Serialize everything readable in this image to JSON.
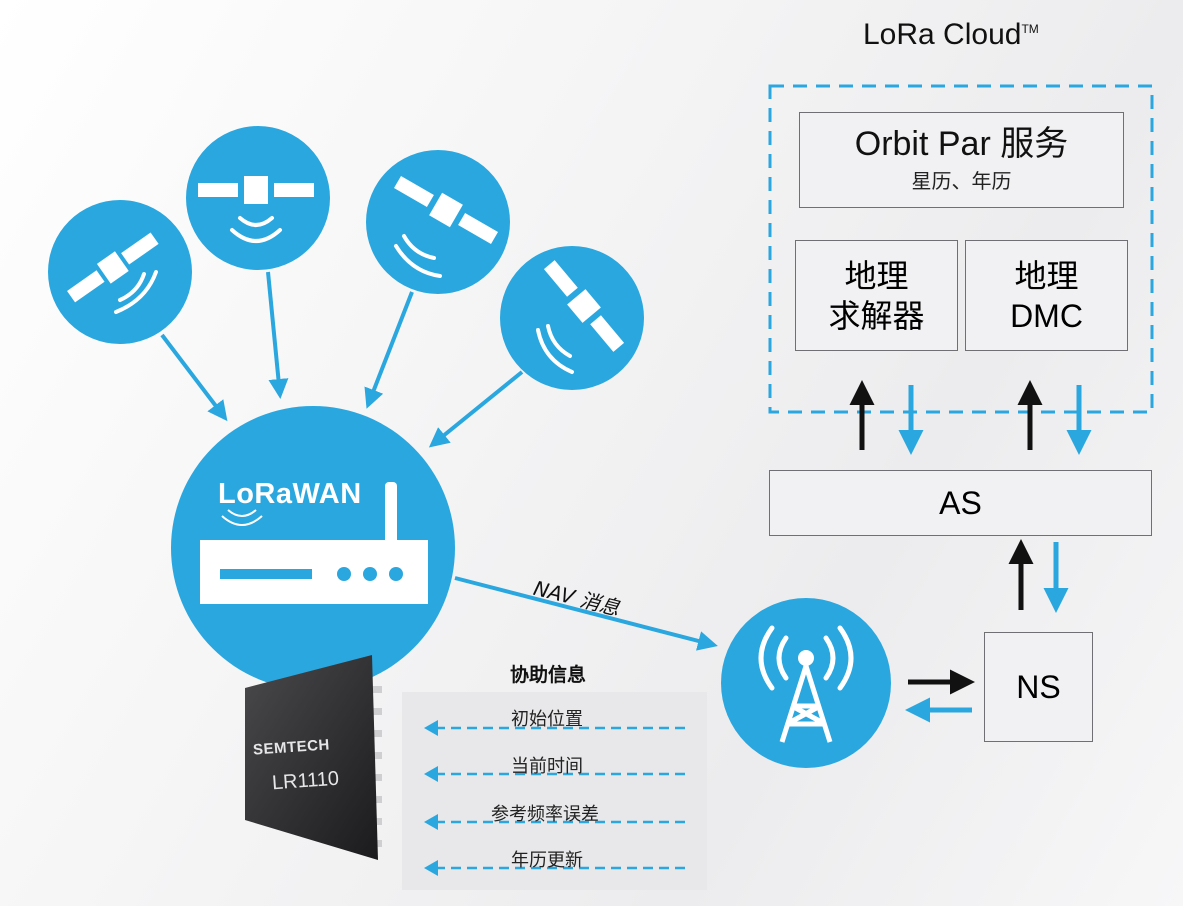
{
  "cloud": {
    "title": "LoRa Cloud",
    "title_tm": "TM",
    "orbit_title": "Orbit Par 服务",
    "orbit_sub": "星历、年历",
    "solver_line1": "地理",
    "solver_line2": "求解器",
    "dmc_line1": "地理",
    "dmc_line2": "DMC"
  },
  "servers": {
    "as_label": "AS",
    "ns_label": "NS"
  },
  "gateway": {
    "logo_text": "LoRaWAN"
  },
  "link": {
    "nav_label": "NAV 消息"
  },
  "chip": {
    "brand": "SEMTECH",
    "model": "LR1110"
  },
  "assist": {
    "title": "协助信息",
    "items": [
      "初始位置",
      "当前时间",
      "参考频率误差",
      "年历更新"
    ]
  },
  "colors": {
    "accent": "#2aa7df",
    "arrow_black": "#111111",
    "panel": "#e8e8ea"
  }
}
